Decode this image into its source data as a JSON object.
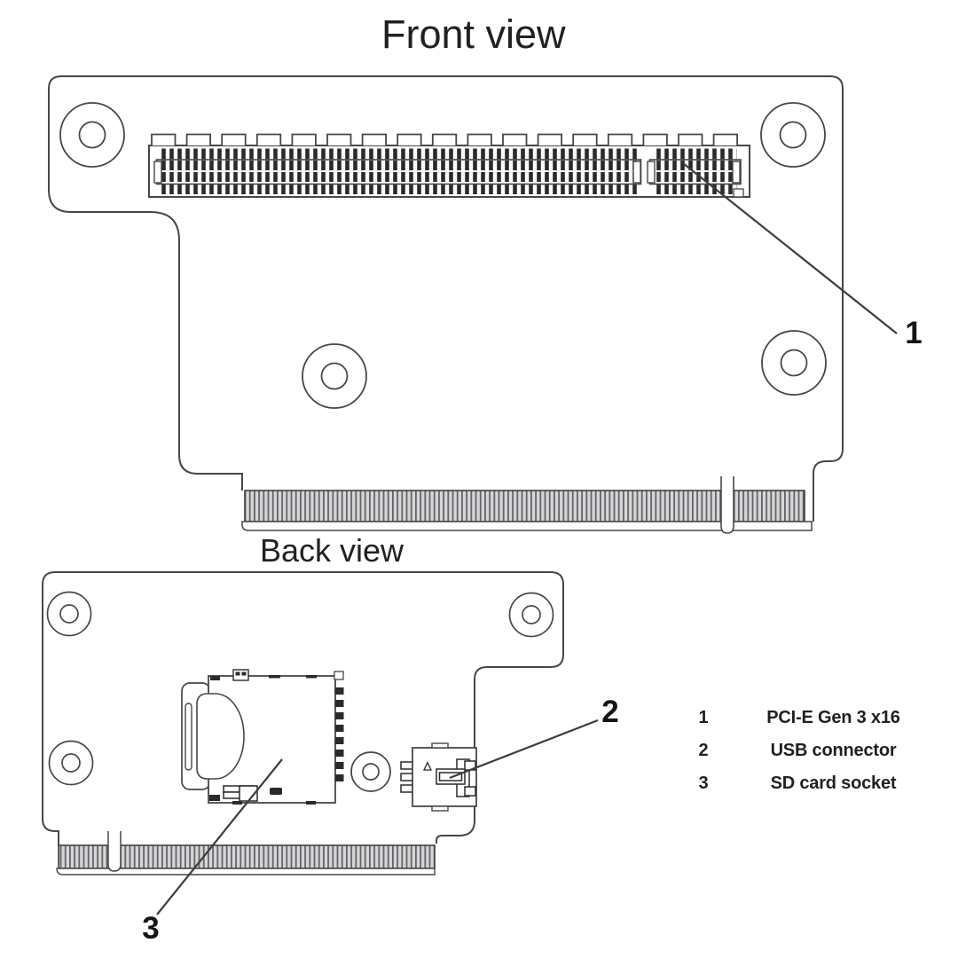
{
  "front_view": {
    "title": "Front view",
    "callout_1": "1",
    "components": [
      "PCI-E x16 slot connector",
      "edge connector gold fingers",
      "mounting holes"
    ]
  },
  "back_view": {
    "title": "Back view",
    "callout_2": "2",
    "callout_3": "3",
    "components": [
      "SD card socket",
      "USB connector",
      "edge connector gold fingers",
      "mounting holes"
    ]
  },
  "legend": {
    "items": [
      {
        "number": "1",
        "label": "PCI-E Gen 3 x16"
      },
      {
        "number": "2",
        "label": "USB connector"
      },
      {
        "number": "3",
        "label": "SD card socket"
      }
    ]
  },
  "colors": {
    "outline": "#47474a",
    "pin_dark": "#2a2a2c",
    "finger_light": "#d6d6d8",
    "finger_dark": "#646467",
    "text": "#1e1e20",
    "legend_text": "#231f20"
  }
}
